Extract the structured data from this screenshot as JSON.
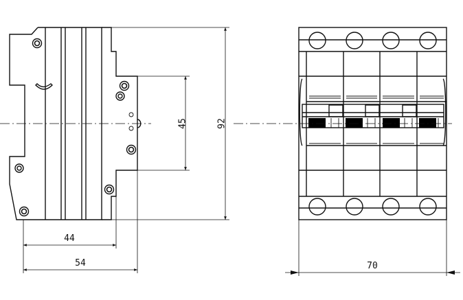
{
  "dimensions": {
    "width_44": "44",
    "width_54": "54",
    "height_45": "45",
    "height_92": "92",
    "width_70": "70"
  },
  "colors": {
    "line": "#111111",
    "background": "#ffffff"
  }
}
